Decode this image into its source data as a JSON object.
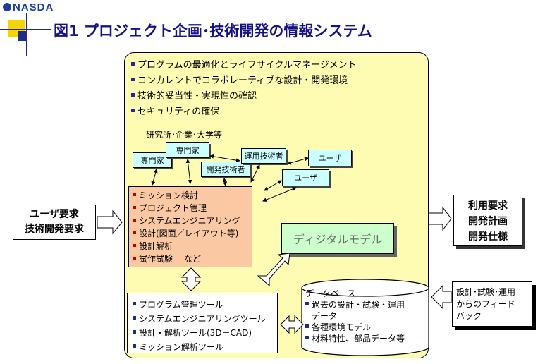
{
  "logo": {
    "text": "NASDA"
  },
  "title": "図1  プロジェクト企画･技術開発の情報システム",
  "goals": [
    "プログラムの最適化とライフサイクルマネージメント",
    "コンカレントでコラボレーティブな設計・開発環境",
    "技術的妥当性・実現性の確認",
    "セキュリティの確保"
  ],
  "participants_label": "研究所･企業･大学等",
  "bubbles": {
    "expert_1": "専門家",
    "expert_2": "専門家",
    "dev_engineer": "開発技術者",
    "ops_engineer": "運用技術者",
    "user_1": "ユーザ",
    "user_2": "ユーザ"
  },
  "activities": [
    "ミッション検討",
    "プロジェクト管理",
    "システムエンジニアリング",
    "設計(図面／レイアウト等)",
    "設計解析",
    "試作試験　 など"
  ],
  "digital_model": "ディジタルモデル",
  "tools": [
    "プログラム管理ツール",
    "システムエンジニアリングツール",
    "設計・解析ツール(3D－CAD)",
    "ミッション解析ツール"
  ],
  "database": {
    "title": "データベース",
    "items": [
      {
        "line1": "過去の設計・試験・運用",
        "line2": "データ"
      },
      {
        "line1": "各種環境モデル",
        "line2": ""
      },
      {
        "line1": "材料特性、部品データ等",
        "line2": ""
      }
    ]
  },
  "input": {
    "line1": "ユーザ要求",
    "line2": "技術開発要求"
  },
  "output": {
    "line1": "利用要求",
    "line2": "開発計画",
    "line3": "開発仕様"
  },
  "feedback": {
    "line1": "設計･試験･運用",
    "line2": "からのフィード",
    "line3": "バック"
  },
  "colors": {
    "title": "#15128a",
    "panel": "#fdfcb2",
    "bubble": "#ccffff",
    "activities": "#fac9a4",
    "digital_model": "#ccffcc",
    "bullet_blue": "#1d2b8c",
    "bullet_red": "#c00000"
  }
}
